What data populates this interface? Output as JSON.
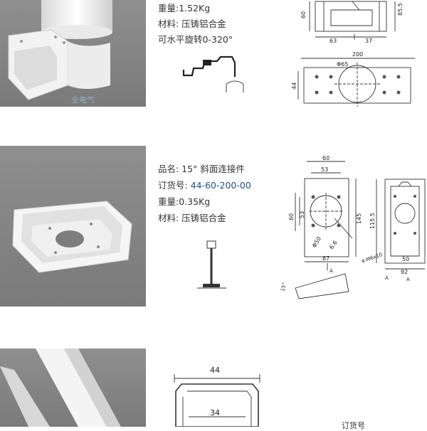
{
  "sections": [
    {
      "specs": [
        {
          "text": "重量:1.52Kg"
        },
        {
          "text": "材料: 压铸铝合金"
        },
        {
          "text": "可水平旋转0-320°"
        }
      ],
      "watermark": "全电气",
      "dims": {
        "d60": "60",
        "d85": "85.5",
        "d63": "63",
        "d37": "37",
        "d200": "200",
        "d65": "Φ65",
        "d44": "44"
      }
    },
    {
      "specs": [
        {
          "text": "品名: 15° 斜面连接件"
        },
        {
          "label": "订货号: ",
          "value": "44-60-200-00"
        },
        {
          "text": "重量:0.35Kg"
        },
        {
          "text": "材料: 压铸铝合金"
        }
      ],
      "dims": {
        "d60": "60",
        "d53": "53",
        "d60v": "60",
        "d53v": "53",
        "d145": "145",
        "d50": "Φ50",
        "d66": "6.6",
        "d87": "87",
        "d15": "15°",
        "a": "A",
        "d1155": "115.5",
        "m6": "4-M6x10",
        "d50b": "50",
        "d92": "92",
        "a2": "A",
        "a3": "A"
      }
    },
    {
      "dims": {
        "d44": "44",
        "d34": "34"
      },
      "partial": "订货号"
    }
  ]
}
